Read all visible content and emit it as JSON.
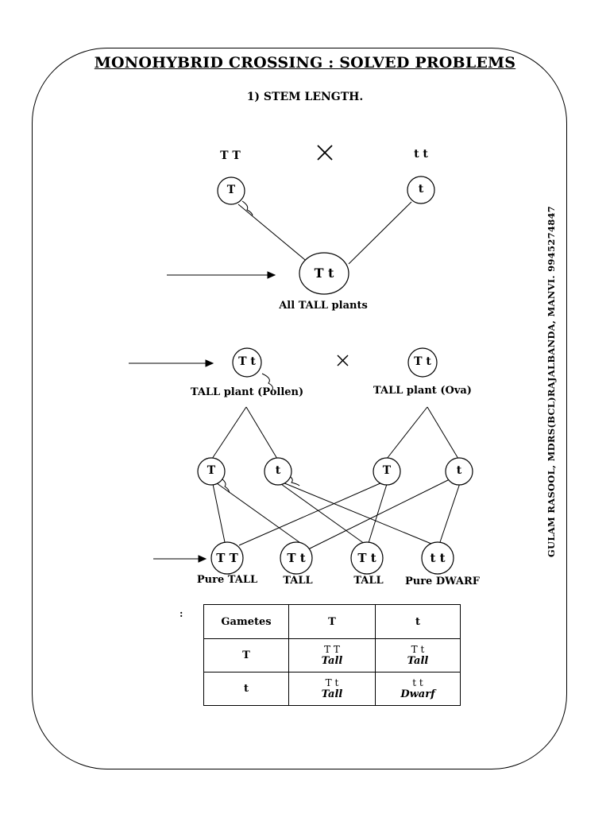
{
  "title": "MONOHYBRID CROSSING : SOLVED PROBLEMS",
  "subtitle": "1) STEM LENGTH.",
  "side_note": "GULAM RASOOL, MDRS(BCL)RAJALBANDA, MANVI.   9945274847",
  "cross_symbol": "×",
  "parents": {
    "p1_genotype": "T T",
    "p2_genotype": "t t",
    "p1_gamete": "T",
    "p2_gamete": "t",
    "f1_genotype": "T t",
    "f1_label": "All TALL plants"
  },
  "f1_cross": {
    "pollen_genotype": "T t",
    "ova_genotype": "T t",
    "pollen_label": "TALL plant (Pollen)",
    "ova_label": "TALL plant (Ova)",
    "gametes": [
      "T",
      "t",
      "T",
      "t"
    ]
  },
  "f2": [
    {
      "genotype": "T T",
      "label": "Pure TALL"
    },
    {
      "genotype": "T t",
      "label": "TALL"
    },
    {
      "genotype": "T t",
      "label": "TALL"
    },
    {
      "genotype": "t t",
      "label": "Pure DWARF"
    }
  ],
  "table": {
    "colon": ":",
    "header": [
      "Gametes",
      "T",
      "t"
    ],
    "rows": [
      {
        "gamete": "T",
        "cells": [
          {
            "genotype": "T T",
            "phenotype": "Tall"
          },
          {
            "genotype": "T t",
            "phenotype": "Tall"
          }
        ]
      },
      {
        "gamete": "t",
        "cells": [
          {
            "genotype": "T t",
            "phenotype": "Tall"
          },
          {
            "genotype": "t t",
            "phenotype": "Dwarf"
          }
        ]
      }
    ]
  }
}
